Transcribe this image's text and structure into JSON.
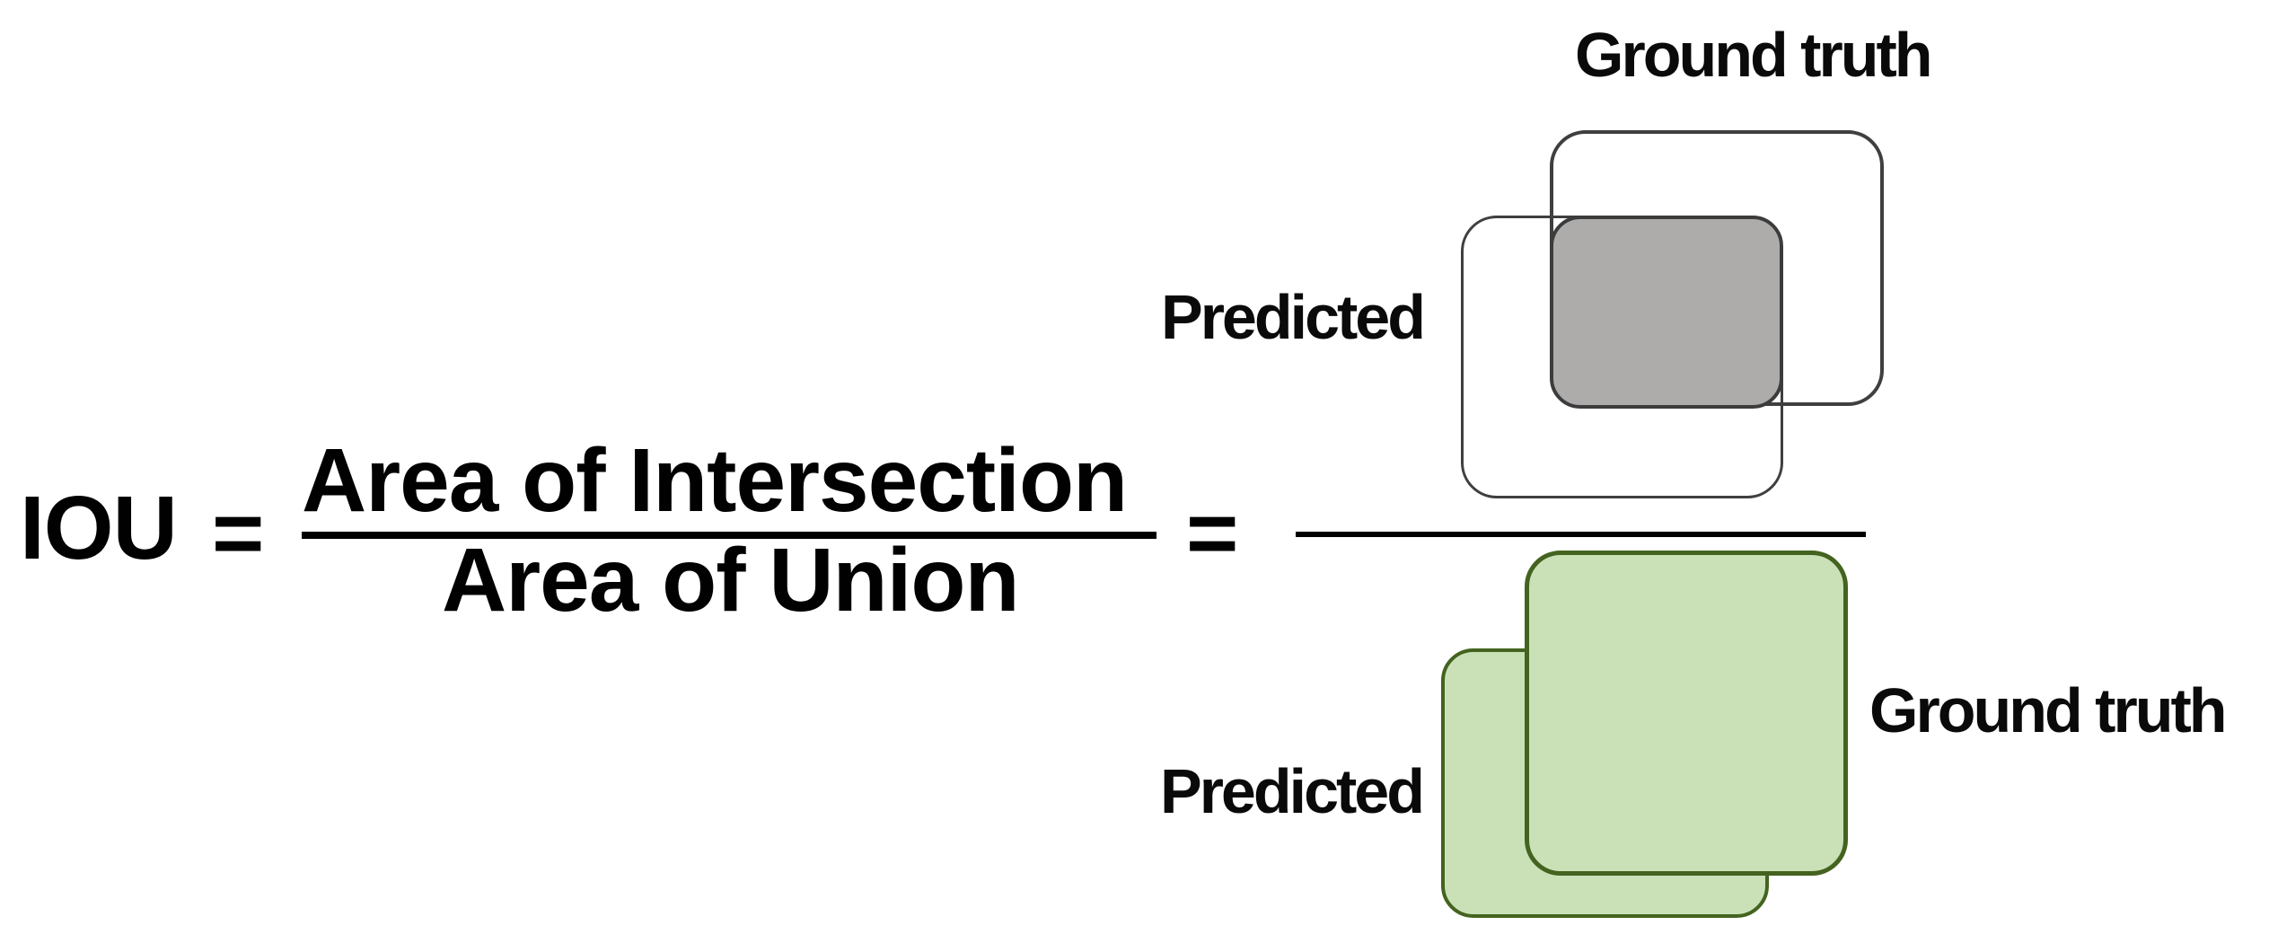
{
  "formula": {
    "lhs": "IOU",
    "equals": "=",
    "numerator": "Area of Intersection",
    "denominator": "Area of Union",
    "equals2": "="
  },
  "intersection_diagram": {
    "ground_truth_label": "Ground truth",
    "predicted_label": "Predicted",
    "shaded_region": "intersection"
  },
  "union_diagram": {
    "ground_truth_label": "Ground truth",
    "predicted_label": "Predicted",
    "shaded_region": "union"
  },
  "colors": {
    "background": "#ffffff",
    "text": "#010101",
    "box_outline": "#3f3f3f",
    "intersection_fill": "#aeabab",
    "union_fill": "#cae1b8",
    "union_border": "#44631f"
  }
}
